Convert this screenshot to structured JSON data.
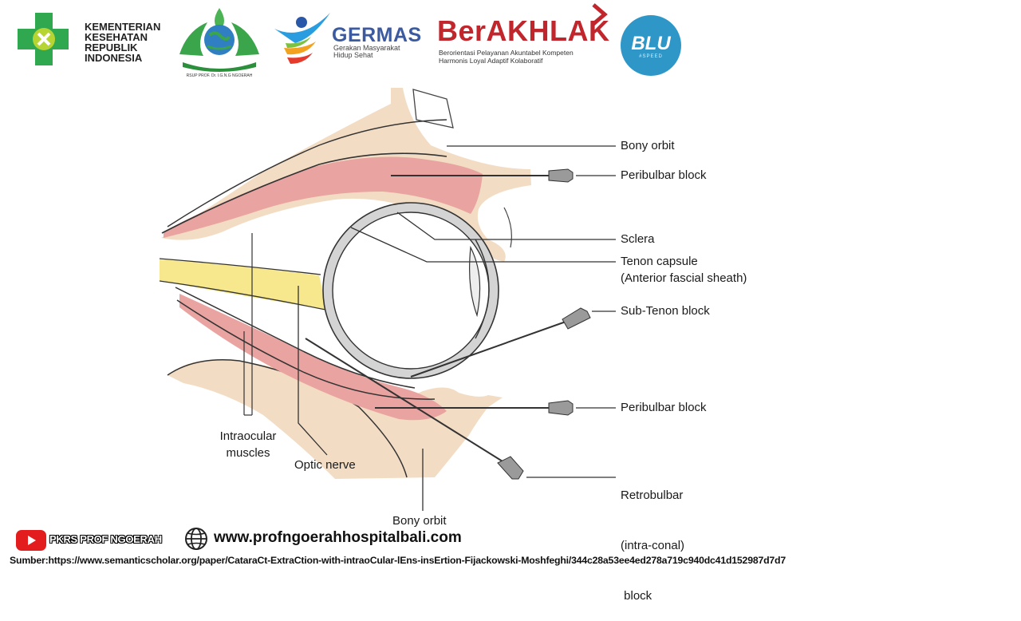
{
  "header": {
    "kemenkes": {
      "line1": "KEMENTERIAN",
      "line2": "KESEHATAN",
      "line3": "REPUBLIK",
      "line4": "INDONESIA"
    },
    "hospital_logo_caption": "RSUP PROF. Dr. I.G.N.G NGOERAH",
    "germas": {
      "title": "GERMAS",
      "subtitle_line1": "Gerakan Masyarakat",
      "subtitle_line2": "Hidup Sehat"
    },
    "berakhlak": {
      "title": "BerAKHLAK",
      "subtitle_line1": "Berorientasi Pelayanan Akuntabel Kompeten",
      "subtitle_line2": "Harmonis Loyal Adaptif Kolaboratif"
    },
    "blu": {
      "title": "BLU",
      "subtitle": "#SPEED"
    }
  },
  "diagram": {
    "labels": {
      "bony_orbit_top": "Bony orbit",
      "peribulbar_top": "Peribulbar block",
      "sclera": "Sclera",
      "tenon_capsule_line1": "Tenon capsule",
      "tenon_capsule_line2": "(Anterior fascial sheath)",
      "sub_tenon": "Sub-Tenon block",
      "peribulbar_bottom": "Peribulbar block",
      "retrobulbar_line1": "Retrobulbar",
      "retrobulbar_line2": "(intra-conal)",
      "retrobulbar_line3": " block",
      "intraocular_line1": "Intraocular",
      "intraocular_line2": "muscles",
      "optic_nerve": "Optic nerve",
      "bony_orbit_bottom": "Bony orbit"
    },
    "colors": {
      "bone": "#f3dcc4",
      "muscle": "#e59a9a",
      "optic_nerve": "#f7e88e",
      "sclera": "#d0d0d0",
      "needle": "#9a9a9a"
    }
  },
  "footer": {
    "channel": "PKRS PROF NGOERAH",
    "website": "www.profngoerahhospitalbali.com",
    "source": "Sumber:https://www.semanticscholar.org/paper/CataraCt-ExtraCtion-with-intraoCular-lEns-insErtion-Fijackowski-Moshfeghi/344c28a53ee4ed278a719c940dc41d152987d7d7",
    "icons": [
      "youtube-icon",
      "globe-icon"
    ]
  }
}
